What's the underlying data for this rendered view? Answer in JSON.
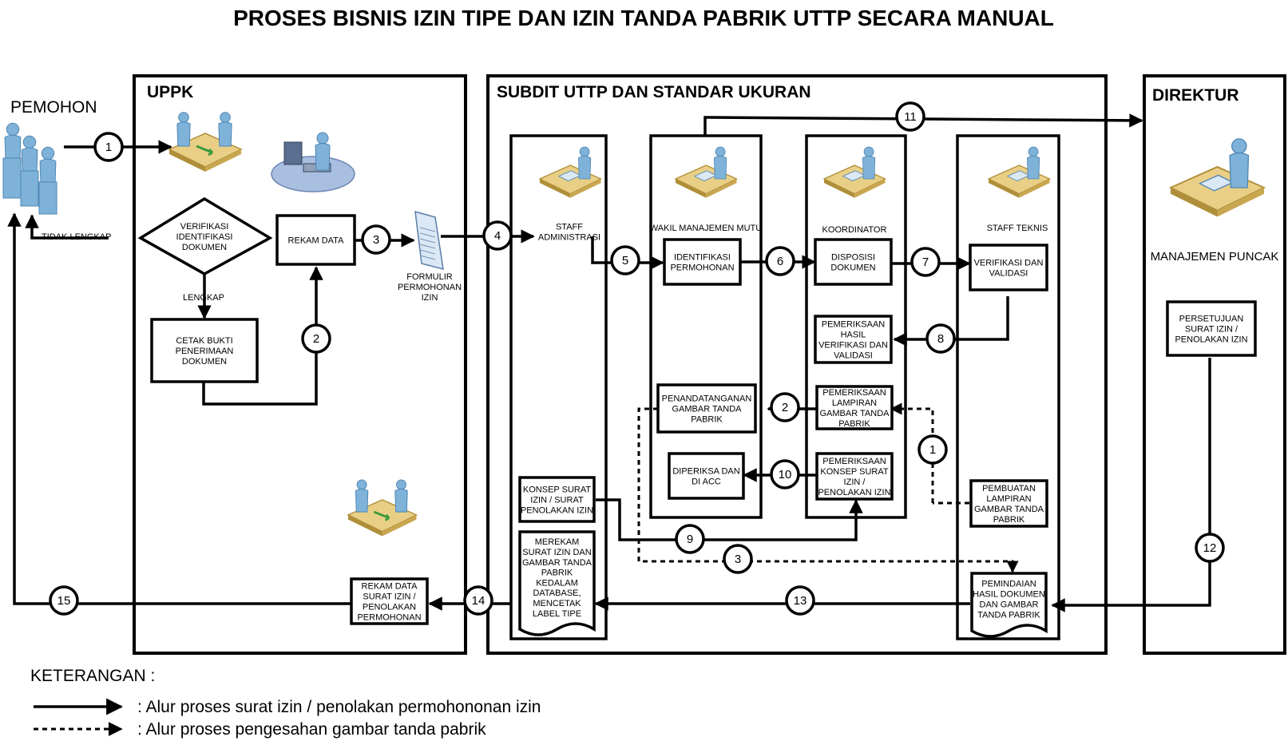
{
  "title": "PROSES BISNIS IZIN TIPE DAN IZIN TANDA PABRIK UTTP SECARA MANUAL",
  "actor_pemohon": "PEMOHON",
  "lanes": {
    "uppk": "UPPK",
    "subdit": "SUBDIT UTTP DAN STANDAR UKURAN",
    "direktur": "DIREKTUR"
  },
  "roles": {
    "staff_administrasi": [
      "STAFF",
      "ADMINISTRASI"
    ],
    "wakil_manajemen_mutu": [
      "WAKIL MANAJEMEN MUTU"
    ],
    "koordinator": [
      "KOORDINATOR"
    ],
    "staff_teknis": [
      "STAFF TEKNIS"
    ],
    "manajemen_puncak": [
      "MANAJEMEN PUNCAK"
    ]
  },
  "nodes": {
    "verifikasi": [
      "VERIFIKASI",
      "IDENTIFIKASI",
      "DOKUMEN"
    ],
    "rekam_data": [
      "REKAM DATA"
    ],
    "cetak_bukti": [
      "CETAK BUKTI",
      "PENERIMAAN",
      "DOKUMEN"
    ],
    "formulir": [
      "FORMULIR",
      "PERMOHONAN",
      "IZIN"
    ],
    "identifikasi": [
      "IDENTIFIKASI",
      "PERMOHONAN"
    ],
    "disposisi": [
      "DISPOSISI",
      "DOKUMEN"
    ],
    "verifikasi_validasi": [
      "VERIFIKASI DAN",
      "VALIDASI"
    ],
    "pemeriksaan_hasil": [
      "PEMERIKSAAN",
      "HASIL",
      "VERIFIKASI DAN",
      "VALIDASI"
    ],
    "penandatanganan": [
      "PENANDATANGANAN",
      "GAMBAR TANDA",
      "PABRIK"
    ],
    "pemeriksaan_lampiran": [
      "PEMERIKSAAN",
      "LAMPIRAN",
      "GAMBAR TANDA",
      "PABRIK"
    ],
    "diperiksa": [
      "DIPERIKSA DAN",
      "DI ACC"
    ],
    "pemeriksaan_konsep": [
      "PEMERIKSAAN",
      "KONSEP SURAT",
      "IZIN /",
      "PENOLAKAN IZIN"
    ],
    "pembuatan_lampiran": [
      "PEMBUATAN",
      "LAMPIRAN",
      "GAMBAR TANDA",
      "PABRIK"
    ],
    "konsep_surat": [
      "KONSEP SURAT",
      "IZIN / SURAT",
      "PENOLAKAN IZIN"
    ],
    "merekam": [
      "MEREKAM",
      "SURAT IZIN DAN",
      "GAMBAR TANDA",
      "PABRIK",
      "KEDALAM",
      "DATABASE,",
      "MENCETAK",
      "LABEL TIPE"
    ],
    "pemindaian": [
      "PEMINDAIAN",
      "HASIL DOKUMEN",
      "DAN GAMBAR",
      "TANDA PABRIK"
    ],
    "persetujuan": [
      "PERSETUJUAN",
      "SURAT IZIN /",
      "PENOLAKAN IZIN"
    ],
    "rekam_surat": [
      "REKAM DATA",
      "SURAT IZIN /",
      "PENOLAKAN",
      "PERMOHONAN"
    ]
  },
  "edge_labels": {
    "tidak_lengkap": "TIDAK LENGKAP",
    "lengkap": "LENGKAP"
  },
  "step_numbers": {
    "s1": "1",
    "s2": "2",
    "s3": "3",
    "s4": "4",
    "s5": "5",
    "s6": "6",
    "s7": "7",
    "s8": "8",
    "s9": "9",
    "s10": "10",
    "s11": "11",
    "s12": "12",
    "s13": "13",
    "s14": "14",
    "s15": "15",
    "d1": "1",
    "d2": "2",
    "d3": "3"
  },
  "legend": {
    "heading": "KETERANGAN :",
    "solid": ": Alur proses surat izin / penolakan permohononan izin",
    "dashed": ": Alur proses pengesahan gambar tanda pabrik"
  },
  "colors": {
    "person_body": "#7fb2d8",
    "person_shade": "#4d86b5",
    "desk": "#e9cf86",
    "desk_edge": "#b08f3a",
    "platform": "#a9bfe0",
    "paper": "#dbe8f5",
    "arrow_green": "#3c9a3c"
  }
}
